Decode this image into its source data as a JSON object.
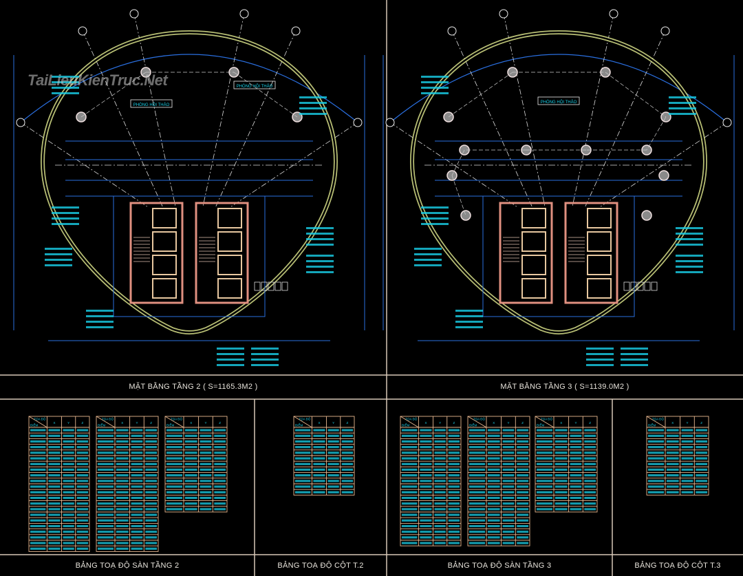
{
  "watermark": "TaiLieuKienTruc.Net",
  "plans": [
    {
      "title": "MẶT BẰNG TẦNG 2 ( S=1165.3M2 )",
      "room_label": "PHÒNG HỘI THẢO"
    },
    {
      "title": "MẶT BẰNG TẦNG 3 ( S=1139.0M2 )",
      "room_label": "PHÒNG HỘI THẢO"
    }
  ],
  "tables": [
    {
      "title": "BẢNG TOẠ ĐỘ SÀN TẦNG 2"
    },
    {
      "title": "BẢNG TOẠ ĐỘ CỘT T.2"
    },
    {
      "title": "BẢNG TOẠ ĐỘ SÀN TẦNG 3"
    },
    {
      "title": "BẢNG TOẠ ĐỘ CỘT T.3"
    }
  ],
  "table_headers": {
    "corner_top": "TỌA ĐỘ",
    "corner_bottom": "ĐIỂM",
    "x": "X",
    "y": "Y",
    "z": "Z"
  },
  "colors": {
    "background": "#000000",
    "frame": "#d8c8b8",
    "slab_edge": "#d8e08a",
    "dimension": "#2a6fe0",
    "annotation": "#19d0e8",
    "core": "#e09080",
    "table_line": "#e8b890"
  }
}
